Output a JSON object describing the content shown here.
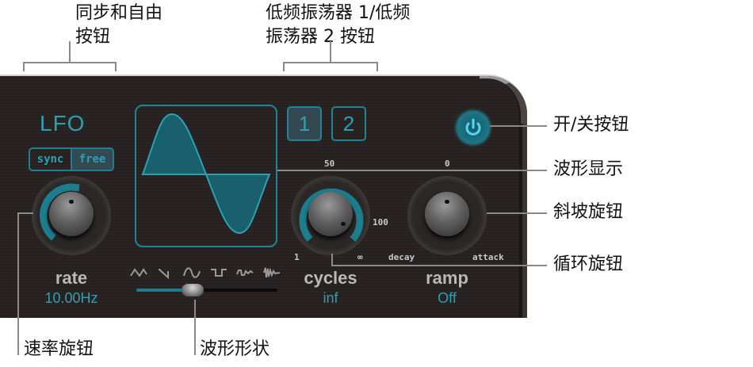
{
  "annotations": {
    "sync_free": [
      "同步和自由",
      "按钮"
    ],
    "lfo_buttons": [
      "低频振荡器 1/低频",
      "振荡器 2 按钮"
    ],
    "on_off": "开/关按钮",
    "waveform_display": "波形显示",
    "ramp_knob": "斜坡旋钮",
    "cycles_knob": "循环旋钮",
    "rate_knob": "速率旋钮",
    "waveform_shape": "波形形状"
  },
  "panel": {
    "title": "LFO",
    "sync_label": "sync",
    "free_label": "free",
    "active_mode": "free",
    "lfo_buttons": [
      "1",
      "2"
    ],
    "active_lfo": "1",
    "power_icon": "power-icon",
    "rate": {
      "label": "rate",
      "value": "10.00Hz"
    },
    "cycles": {
      "label": "cycles",
      "value": "inf",
      "tick_top": "50",
      "tick_right": "100",
      "tick_min": "1",
      "tick_max": "∞"
    },
    "ramp": {
      "label": "ramp",
      "value": "Off",
      "tick_top": "0",
      "tick_left": "decay",
      "tick_right": "attack"
    },
    "waveforms": [
      "triangle",
      "sawtooth",
      "sine",
      "square",
      "random-smooth",
      "noise"
    ],
    "selected_waveform": "sine"
  },
  "colors": {
    "accent": "#2aa0b4",
    "panel_bg": "#2a2523",
    "border": "#1f8596"
  }
}
